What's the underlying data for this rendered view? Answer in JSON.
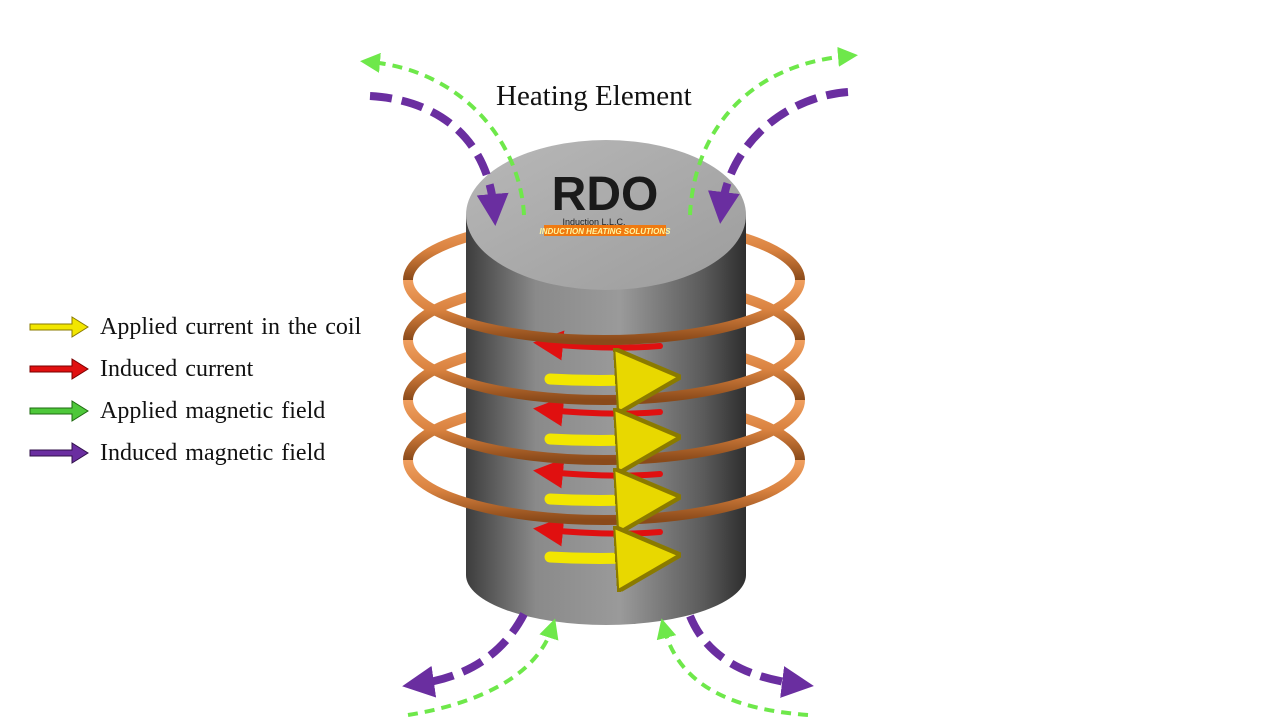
{
  "diagram": {
    "title": "Heating Element",
    "logo": {
      "text": "RDO",
      "subtext": "Induction L.L.C.",
      "banner": "INDUCTION HEATING SOLUTIONS"
    },
    "legend": [
      {
        "label": "Applied current in the coil",
        "color": "#f2e600",
        "icon": "yellow-arrow-icon"
      },
      {
        "label": "Induced current",
        "color": "#e01010",
        "icon": "red-arrow-icon"
      },
      {
        "label": "Applied magnetic  field",
        "color": "#4ec83a",
        "icon": "green-arrow-icon"
      },
      {
        "label": "Induced magnetic  field",
        "color": "#6a2ea0",
        "icon": "purple-arrow-icon"
      }
    ],
    "colors": {
      "coil": "#d9823f",
      "cylinder": "#7a7a7a",
      "applied_current": "#f2e600",
      "induced_current": "#e01010",
      "applied_field": "#6ee84a",
      "induced_field": "#6a2ea0"
    }
  }
}
